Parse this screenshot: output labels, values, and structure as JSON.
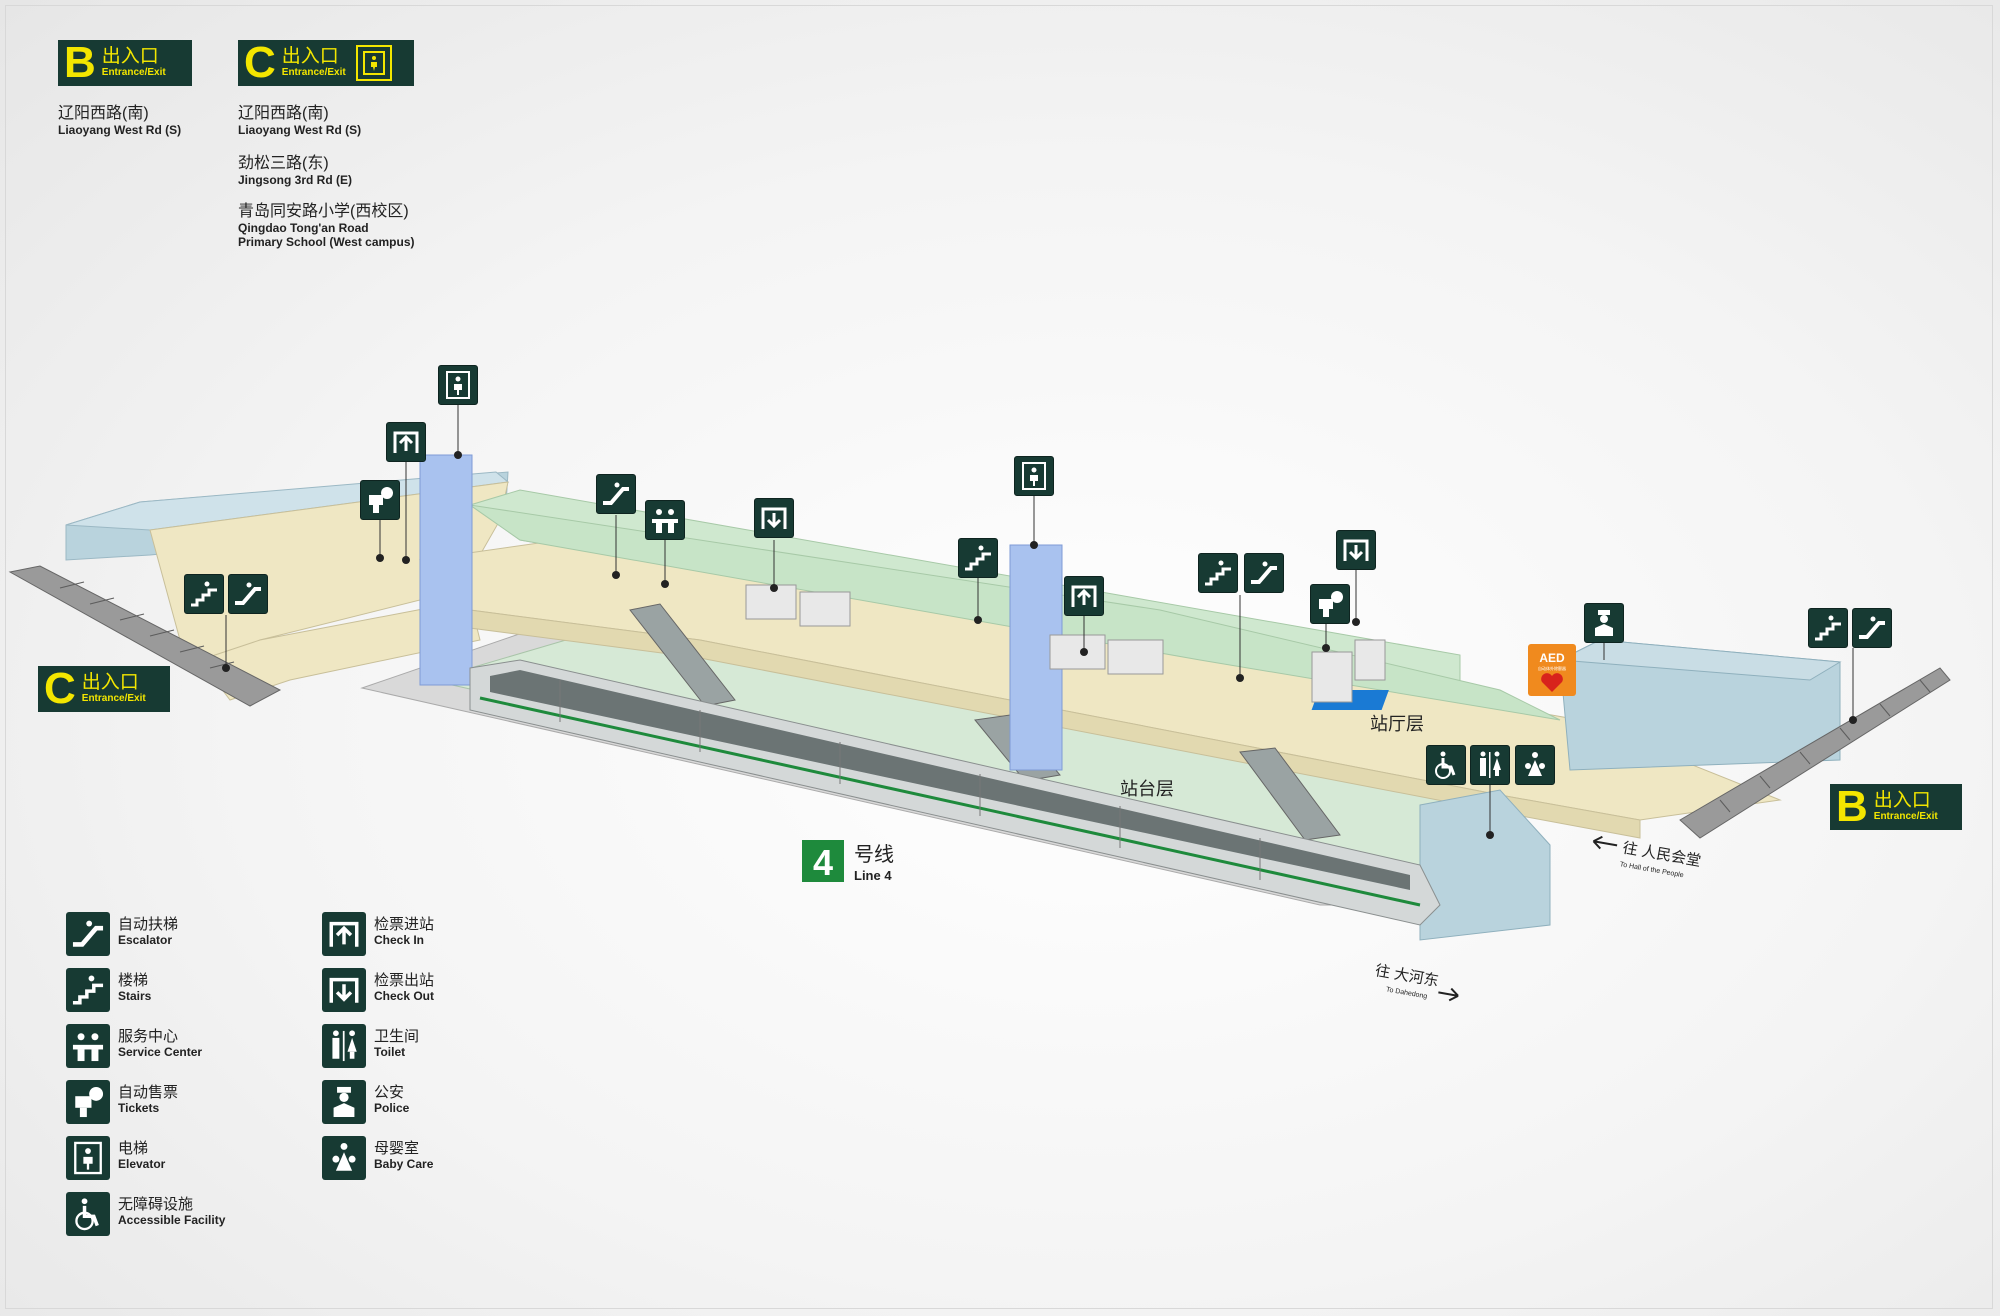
{
  "exits": {
    "b_top": {
      "letter": "B",
      "cn": "出入口",
      "en": "Entrance/Exit"
    },
    "c_top": {
      "letter": "C",
      "cn": "出入口",
      "en": "Entrance/Exit"
    },
    "c_left": {
      "letter": "C",
      "cn": "出入口",
      "en": "Entrance/Exit"
    },
    "b_right": {
      "letter": "B",
      "cn": "出入口",
      "en": "Entrance/Exit"
    }
  },
  "destinations": {
    "b": [
      {
        "cn": "辽阳西路(南)",
        "en": "Liaoyang West Rd (S)"
      }
    ],
    "c": [
      {
        "cn": "辽阳西路(南)",
        "en": "Liaoyang West Rd (S)"
      },
      {
        "cn": "劲松三路(东)",
        "en": "Jingsong 3rd Rd (E)"
      },
      {
        "cn": "青岛同安路小学(西校区)",
        "en": "Qingdao Tong'an Road",
        "en2": "Primary School (West campus)"
      }
    ]
  },
  "diagram": {
    "concourse_label": "站厅层",
    "platform_label": "站台层",
    "line_number": "4",
    "line_cn": "号线",
    "line_en": "Line 4",
    "dir_west_cn": "往 人民会堂",
    "dir_west_en": "To Hall of the People",
    "dir_east_cn": "往 大河东",
    "dir_east_en": "To Dahedong",
    "aed_label": "AED",
    "aed_sub": "自动体外除颤器",
    "line_color": "#1e8a3c",
    "sign_color": "#173a33",
    "exit_yellow": "#f3e600"
  },
  "legend": [
    {
      "icon": "escalator-icon",
      "cn": "自动扶梯",
      "en": "Escalator"
    },
    {
      "icon": "stairs-icon",
      "cn": "楼梯",
      "en": "Stairs"
    },
    {
      "icon": "service-center-icon",
      "cn": "服务中心",
      "en": "Service Center"
    },
    {
      "icon": "ticket-icon",
      "cn": "自动售票",
      "en": "Tickets"
    },
    {
      "icon": "elevator-icon",
      "cn": "电梯",
      "en": "Elevator"
    },
    {
      "icon": "accessible-icon",
      "cn": "无障碍设施",
      "en": "Accessible Facility"
    },
    {
      "icon": "check-in-icon",
      "cn": "检票进站",
      "en": "Check In"
    },
    {
      "icon": "check-out-icon",
      "cn": "检票出站",
      "en": "Check Out"
    },
    {
      "icon": "toilet-icon",
      "cn": "卫生间",
      "en": "Toilet"
    },
    {
      "icon": "police-icon",
      "cn": "公安",
      "en": "Police"
    },
    {
      "icon": "baby-care-icon",
      "cn": "母婴室",
      "en": "Baby Care"
    }
  ]
}
